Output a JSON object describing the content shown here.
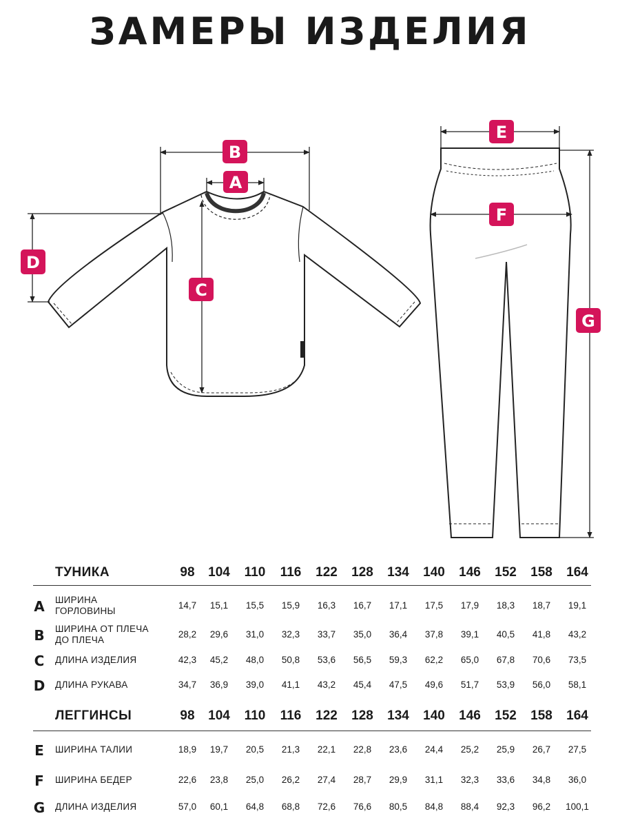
{
  "title": "ЗАМЕРЫ ИЗДЕЛИЯ",
  "markers": {
    "A": "A",
    "B": "B",
    "C": "C",
    "D": "D",
    "E": "E",
    "F": "F",
    "G": "G"
  },
  "accent_color": "#d4145a",
  "sizes": [
    "98",
    "104",
    "110",
    "116",
    "122",
    "128",
    "134",
    "140",
    "146",
    "152",
    "158",
    "164"
  ],
  "tunic": {
    "heading": "ТУНИКА",
    "rows": [
      {
        "letter": "A",
        "label_lines": [
          "ШИРИНА",
          "ГОРЛОВИНЫ"
        ],
        "values": [
          "14,7",
          "15,1",
          "15,5",
          "15,9",
          "16,3",
          "16,7",
          "17,1",
          "17,5",
          "17,9",
          "18,3",
          "18,7",
          "19,1"
        ]
      },
      {
        "letter": "B",
        "label_lines": [
          "ШИРИНА ОТ ПЛЕЧА",
          "ДО ПЛЕЧА"
        ],
        "values": [
          "28,2",
          "29,6",
          "31,0",
          "32,3",
          "33,7",
          "35,0",
          "36,4",
          "37,8",
          "39,1",
          "40,5",
          "41,8",
          "43,2"
        ]
      },
      {
        "letter": "C",
        "label_lines": [
          "ДЛИНА ИЗДЕЛИЯ"
        ],
        "values": [
          "42,3",
          "45,2",
          "48,0",
          "50,8",
          "53,6",
          "56,5",
          "59,3",
          "62,2",
          "65,0",
          "67,8",
          "70,6",
          "73,5"
        ]
      },
      {
        "letter": "D",
        "label_lines": [
          "ДЛИНА РУКАВА"
        ],
        "values": [
          "34,7",
          "36,9",
          "39,0",
          "41,1",
          "43,2",
          "45,4",
          "47,5",
          "49,6",
          "51,7",
          "53,9",
          "56,0",
          "58,1"
        ]
      }
    ]
  },
  "leggings": {
    "heading": "ЛЕГГИНСЫ",
    "rows": [
      {
        "letter": "E",
        "label_lines": [
          "ШИРИНА ТАЛИИ"
        ],
        "values": [
          "18,9",
          "19,7",
          "20,5",
          "21,3",
          "22,1",
          "22,8",
          "23,6",
          "24,4",
          "25,2",
          "25,9",
          "26,7",
          "27,5"
        ]
      },
      {
        "letter": "F",
        "label_lines": [
          "ШИРИНА БЕДЕР"
        ],
        "values": [
          "22,6",
          "23,8",
          "25,0",
          "26,2",
          "27,4",
          "28,7",
          "29,9",
          "31,1",
          "32,3",
          "33,6",
          "34,8",
          "36,0"
        ]
      },
      {
        "letter": "G",
        "label_lines": [
          "ДЛИНА ИЗДЕЛИЯ"
        ],
        "values": [
          "57,0",
          "60,1",
          "64,8",
          "68,8",
          "72,6",
          "76,6",
          "80,5",
          "84,8",
          "88,4",
          "92,3",
          "96,2",
          "100,1"
        ]
      }
    ]
  }
}
